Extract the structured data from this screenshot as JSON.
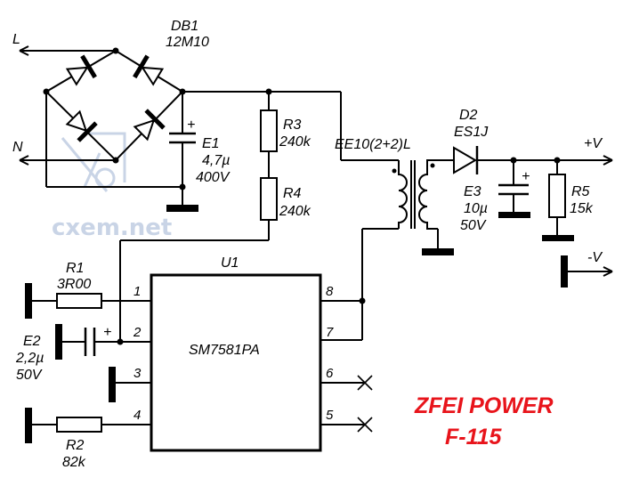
{
  "watermark": {
    "text": "cxem.net",
    "color": "#c9d4e6"
  },
  "inputs": {
    "line": "L",
    "neutral": "N"
  },
  "bridge": {
    "ref": "DB1",
    "part": "12M10"
  },
  "e1": {
    "ref": "E1",
    "value": "4,7µ",
    "voltage": "400V",
    "polarity": "+"
  },
  "r3": {
    "ref": "R3",
    "value": "240k"
  },
  "r4": {
    "ref": "R4",
    "value": "240k"
  },
  "transformer": {
    "label": "EE10(2+2)L"
  },
  "d2": {
    "ref": "D2",
    "part": "ES1J"
  },
  "e3": {
    "ref": "E3",
    "value": "10µ",
    "voltage": "50V",
    "polarity": "+"
  },
  "r5": {
    "ref": "R5",
    "value": "15k"
  },
  "outputs": {
    "positive": "+V",
    "negative": "-V"
  },
  "u1": {
    "ref": "U1",
    "part": "SM7581PA",
    "pins": [
      "1",
      "2",
      "3",
      "4",
      "5",
      "6",
      "7",
      "8"
    ]
  },
  "r1": {
    "ref": "R1",
    "value": "3R00"
  },
  "e2": {
    "ref": "E2",
    "value": "2,2µ",
    "voltage": "50V",
    "polarity": "+"
  },
  "r2": {
    "ref": "R2",
    "value": "82k"
  },
  "brand": {
    "line1": "ZFEI POWER",
    "line2": "F-115",
    "color": "#e8141b"
  }
}
